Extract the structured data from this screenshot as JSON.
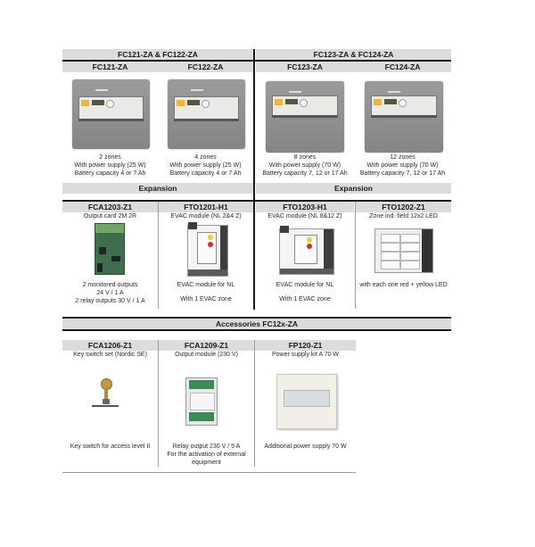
{
  "top_left_group": {
    "title": "FC121-ZA & FC122-ZA",
    "products": [
      {
        "model": "FC121-ZA",
        "lines": [
          "2 zones",
          "With power supply (25 W)",
          "Battery capacity 4 or 7 Ah"
        ]
      },
      {
        "model": "FC122-ZA",
        "lines": [
          "4 zones",
          "With power supply (25 W)",
          "Battery capacity 4 or 7 Ah"
        ]
      }
    ],
    "expansion_title": "Expansion",
    "expansions": [
      {
        "model": "FCA1203-Z1",
        "subtitle": "Output card 2M 2R",
        "lines": [
          "2 monitored outputs",
          "24 V / 1 A",
          "2 relay outputs 30 V / 1 A"
        ]
      },
      {
        "model": "FTO1201-H1",
        "subtitle": "EVAC module (NL 2&4 Z)",
        "lines": [
          "EVAC module for NL",
          "With 1 EVAC zone"
        ]
      }
    ]
  },
  "top_right_group": {
    "title": "FC123-ZA & FC124-ZA",
    "products": [
      {
        "model": "FC123-ZA",
        "lines": [
          "8 zones",
          "With power supply (70 W)",
          "Battery capacity 7, 12 or 17 Ah"
        ]
      },
      {
        "model": "FC124-ZA",
        "lines": [
          "12 zones",
          "With power supply (70 W)",
          "Battery capacity 7, 12 or 17 Ah"
        ]
      }
    ],
    "expansion_title": "Expansion",
    "expansions": [
      {
        "model": "FTO1203-H1",
        "subtitle": "EVAC module (NL 8&12 Z)",
        "lines": [
          "EVAC module for NL",
          "With 1 EVAC zone"
        ]
      },
      {
        "model": "FTO1202-Z1",
        "subtitle": "Zone ind. field 12x2 LED",
        "lines": [
          "with each one red + yellow LED"
        ]
      }
    ]
  },
  "accessories": {
    "title": "Accessories FC12x-ZA",
    "items": [
      {
        "model": "FCA1206-Z1",
        "subtitle": "Key switch set (Nordic SE)",
        "lines": [
          "Key switch for access level II"
        ]
      },
      {
        "model": "FCA1209-Z1",
        "subtitle": "Output module (230 V)",
        "lines": [
          "Relay output 230 V / 5 A",
          "For the activation of external",
          "equipment"
        ]
      },
      {
        "model": "FP120-Z1",
        "subtitle": "Power supply kit A 70 W",
        "lines": [
          "Additional power supply 70 W"
        ]
      }
    ]
  },
  "colors": {
    "header_bg": "#dcdcdc",
    "rule": "#1a1a1a",
    "panel_grey": "#8f8f8f",
    "accent_yellow": "#f2b530",
    "accent_red": "#d62a2a"
  }
}
